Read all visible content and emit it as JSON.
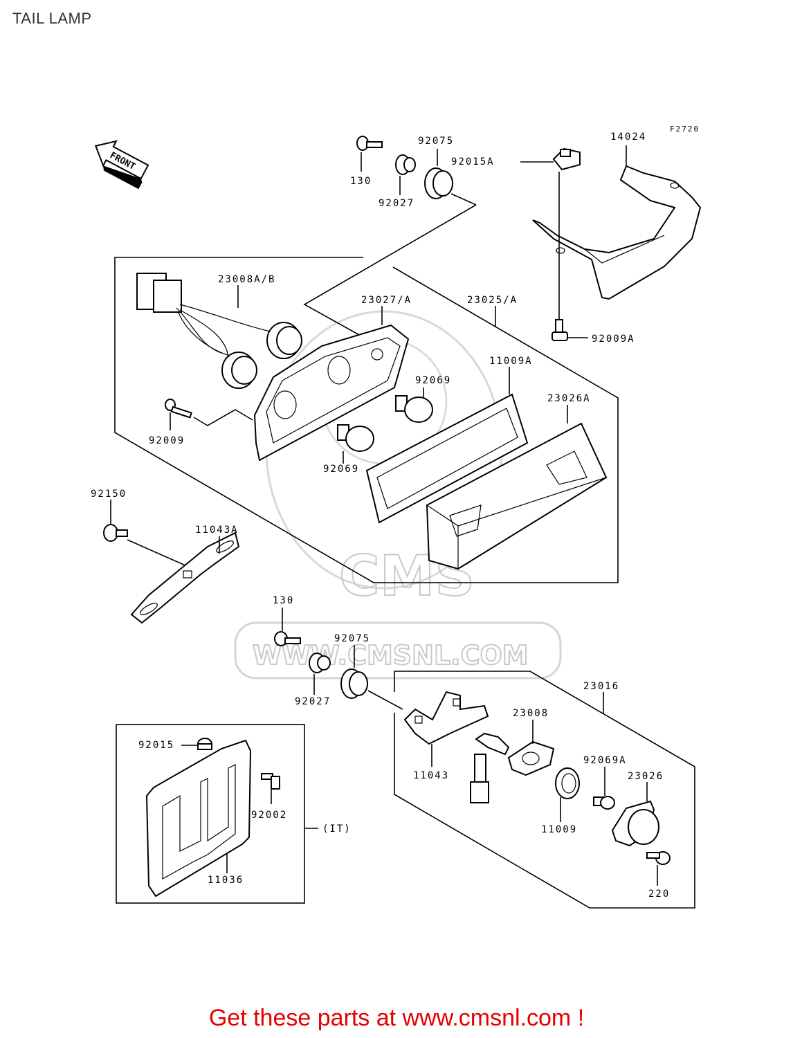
{
  "title": "TAIL LAMP",
  "code": "F2720",
  "front_label": "FRONT",
  "watermark": {
    "brand": "CMS",
    "url": "WWW.CMSNL.COM"
  },
  "labels": {
    "p14024": "14024",
    "p92015A": "92015A",
    "p92075_top": "92075",
    "p130_top": "130",
    "p92027_top": "92027",
    "p23008AB": "23008A/B",
    "p23027A": "23027/A",
    "p23025A": "23025/A",
    "p11009A": "11009A",
    "p92069_a": "92069",
    "p23026A": "23026A",
    "p92009": "92009",
    "p92069_b": "92069",
    "p92009A": "92009A",
    "p92150": "92150",
    "p11043A": "11043A",
    "p130_bot": "130",
    "p92075_bot": "92075",
    "p92027_bot": "92027",
    "p23016": "23016",
    "p23008": "23008",
    "p11043": "11043",
    "p92069A": "92069A",
    "p23026": "23026",
    "p11009": "11009",
    "p220": "220",
    "p92015": "92015",
    "p92002": "92002",
    "p11036": "11036",
    "pIT": "(IT)"
  },
  "footer": "Get these parts at www.cmsnl.com !",
  "colors": {
    "footer": "#e60000",
    "watermark": "#c9c9c9",
    "lines": "#000000"
  }
}
